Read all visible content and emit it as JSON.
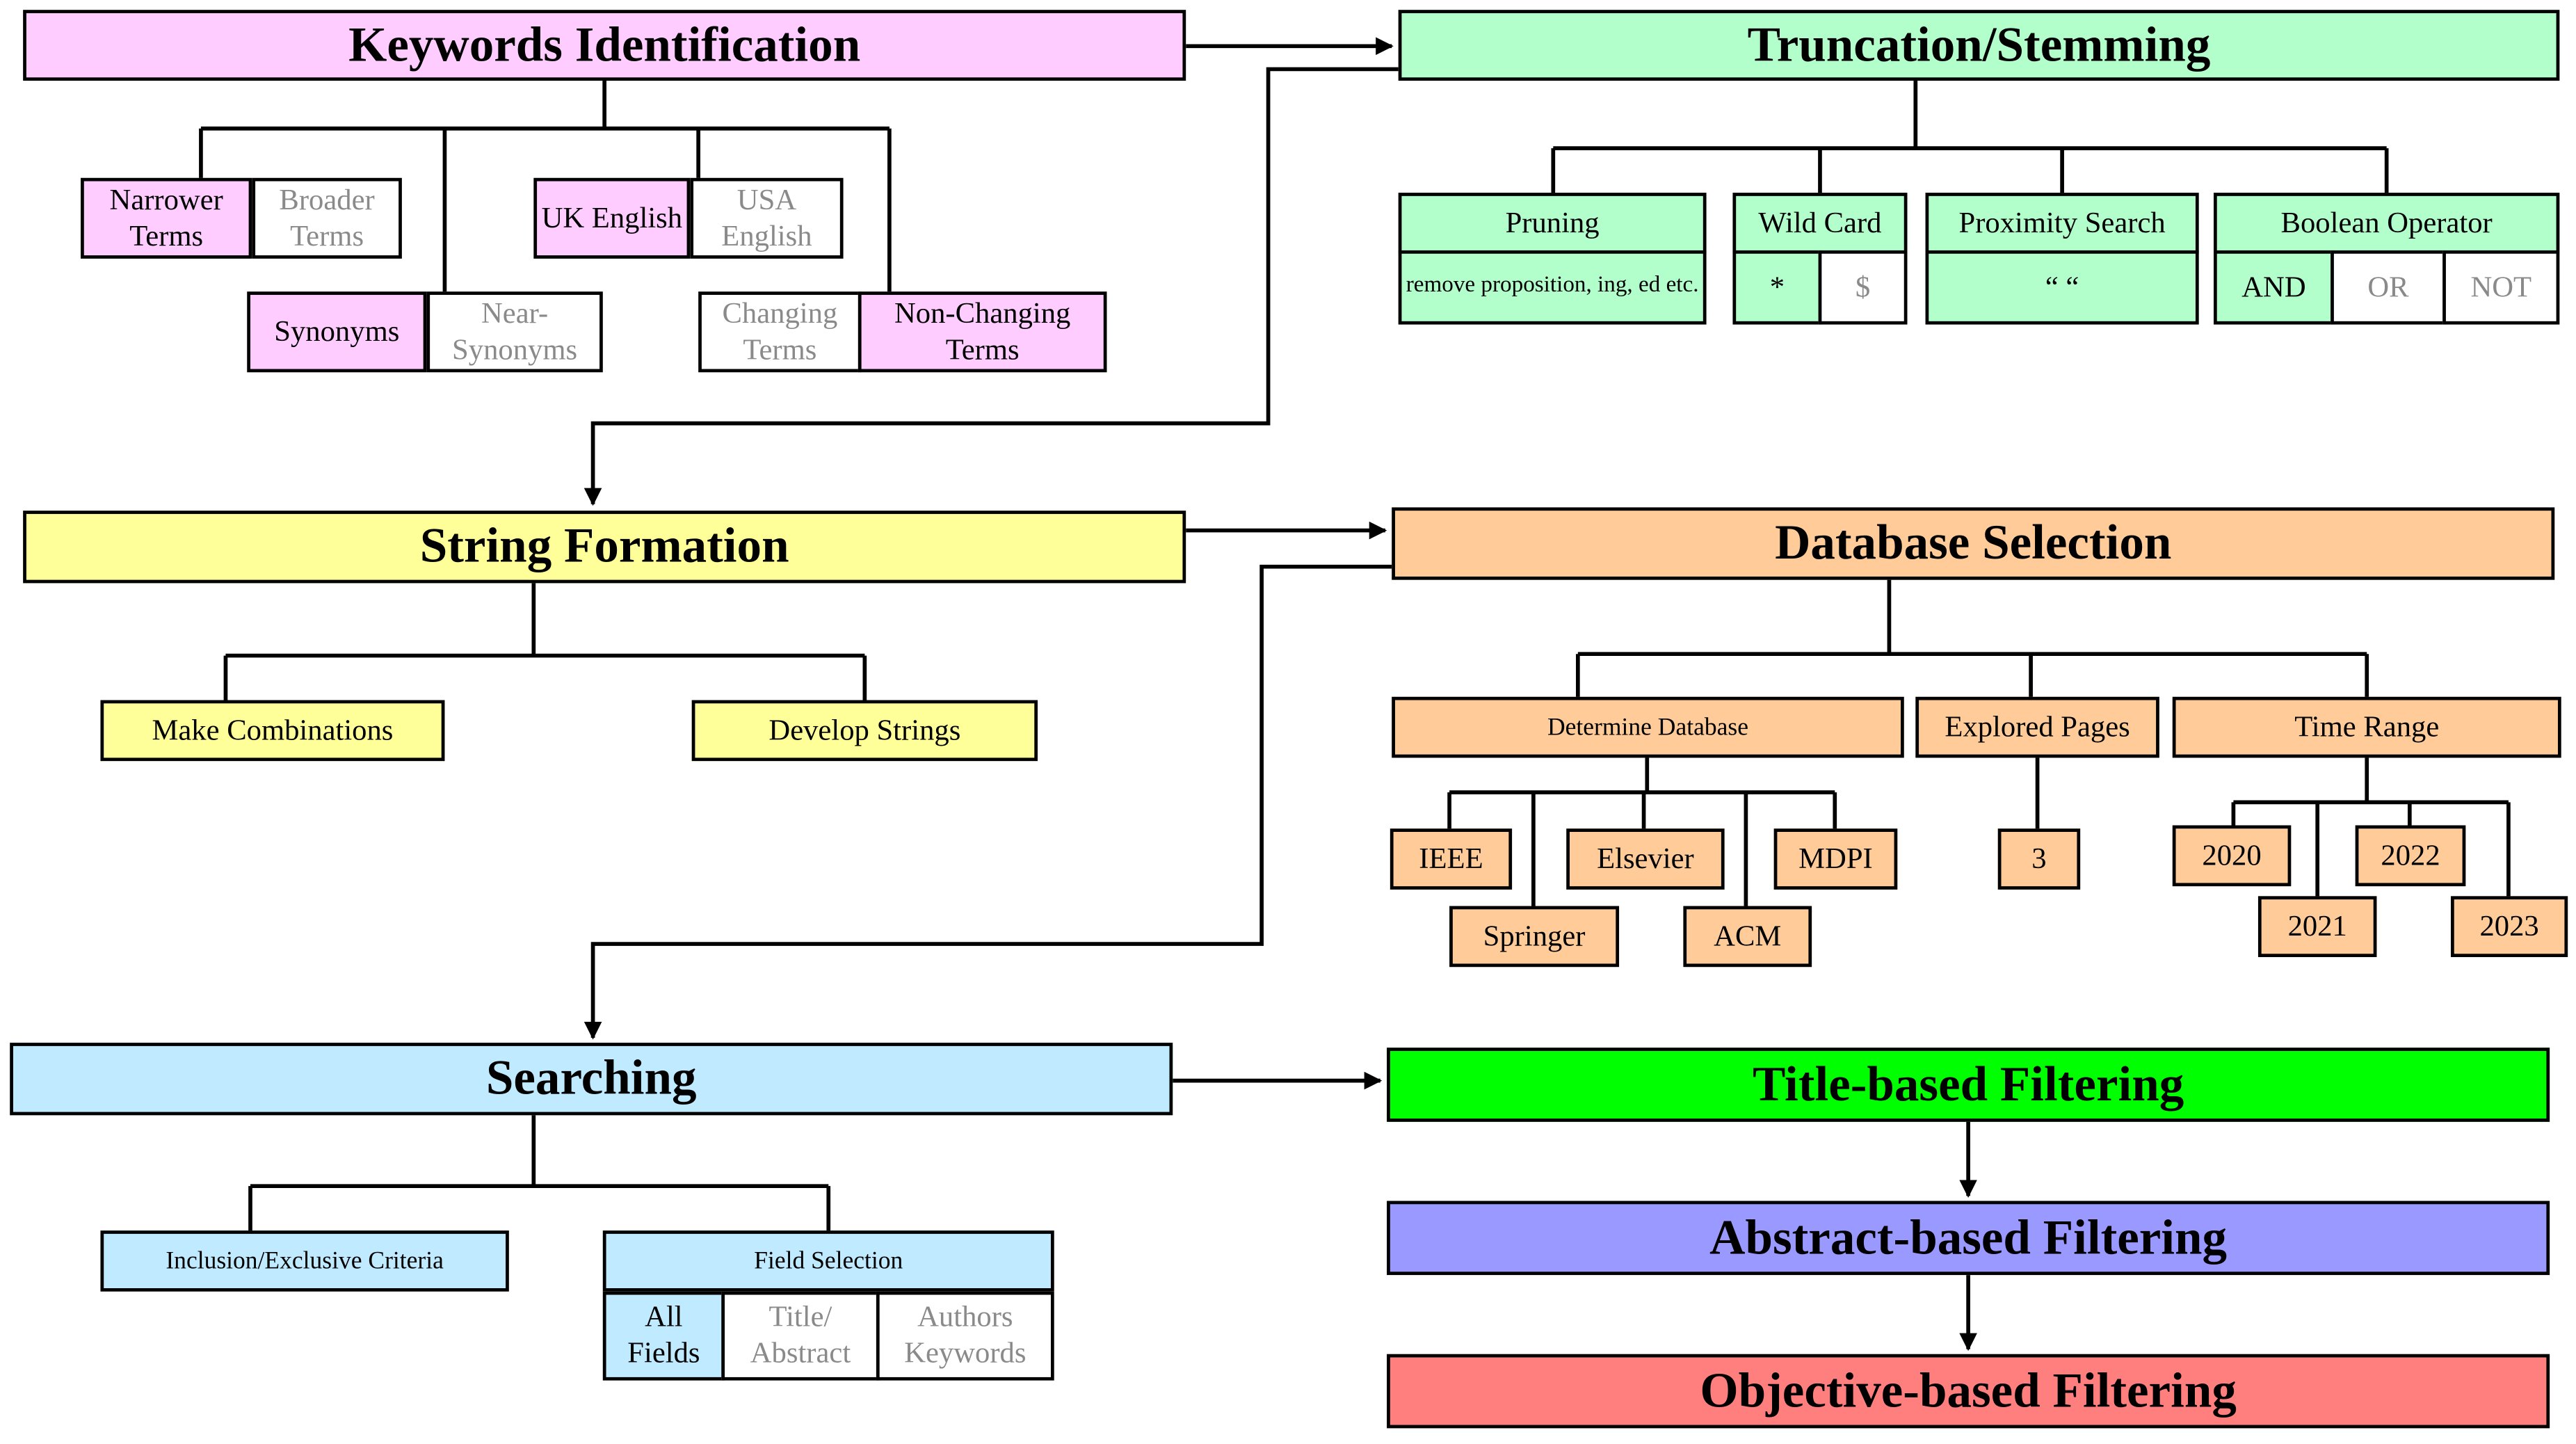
{
  "colors": {
    "keywords": "#ffccff",
    "truncation": "#b3ffcc",
    "string": "#ffff99",
    "database": "#ffcc99",
    "searching": "#bfeaff",
    "title_filter": "#00ff00",
    "abstract_filter": "#9999ff",
    "objective_filter": "#ff7f7f",
    "inactive_text": "#8a8a8a"
  },
  "keywords": {
    "title": "Keywords Identification",
    "narrower": "Narrower Terms",
    "broader": "Broader Terms",
    "uk": "UK English",
    "usa": "USA English",
    "synonyms": "Synonyms",
    "near_synonyms": "Near-Synonyms",
    "changing": "Changing Terms",
    "non_changing": "Non-Changing Terms"
  },
  "truncation": {
    "title": "Truncation/Stemming",
    "pruning": "Pruning",
    "pruning_desc": "remove proposition, ing, ed etc.",
    "wildcard": "Wild Card",
    "wildcard_star": "*",
    "wildcard_dollar": "$",
    "proximity": "Proximity Search",
    "proximity_symbol": "“ “",
    "boolean": "Boolean Operator",
    "and": "AND",
    "or": "OR",
    "not": "NOT"
  },
  "string_formation": {
    "title": "String Formation",
    "combinations": "Make Combinations",
    "develop": "Develop Strings"
  },
  "database": {
    "title": "Database Selection",
    "determine": "Determine Database",
    "ieee": "IEEE",
    "springer": "Springer",
    "elsevier": "Elsevier",
    "acm": "ACM",
    "mdpi": "MDPI",
    "explored": "Explored Pages",
    "pages": "3",
    "time_range": "Time Range",
    "y2020": "2020",
    "y2021": "2021",
    "y2022": "2022",
    "y2023": "2023"
  },
  "searching": {
    "title": "Searching",
    "criteria": "Inclusion/Exclusive Criteria",
    "field": "Field Selection",
    "all_fields": "All Fields",
    "title_abstract": "Title/ Abstract",
    "authors_keywords": "Authors Keywords"
  },
  "filtering": {
    "title_based": "Title-based Filtering",
    "abstract_based": "Abstract-based Filtering",
    "objective_based": "Objective-based Filtering"
  }
}
